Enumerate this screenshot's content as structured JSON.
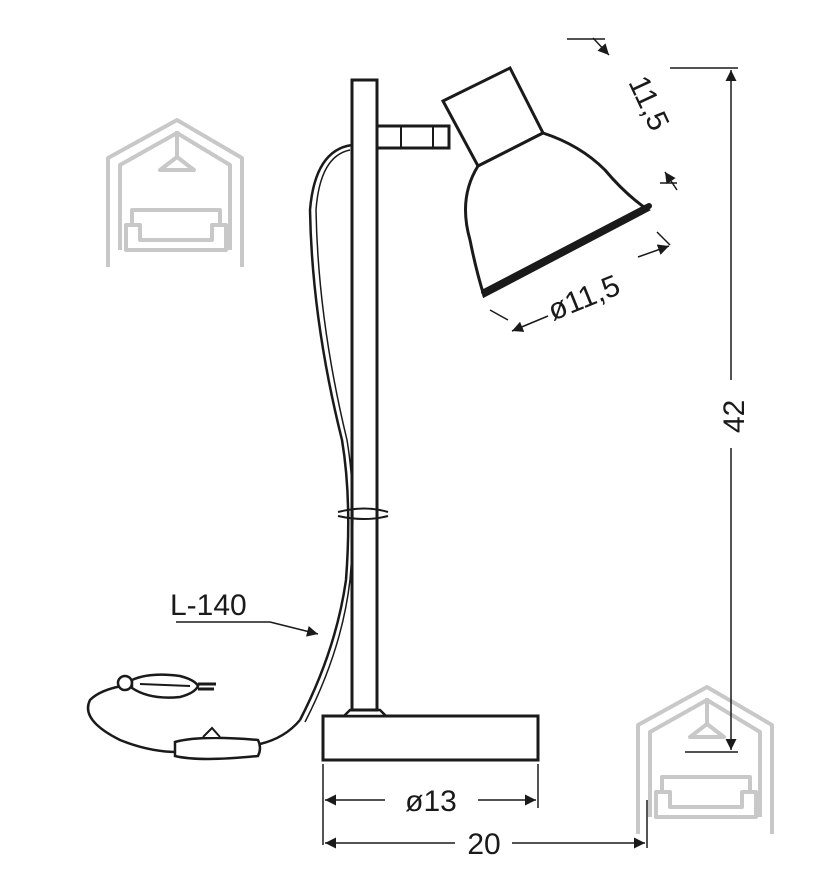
{
  "dimensions": {
    "shade_height": "11,5",
    "shade_diameter": "ø11,5",
    "total_height": "42",
    "cable_length": "L-140",
    "base_diameter": "ø13",
    "total_width": "20"
  },
  "colors": {
    "line": "#1a1a1a",
    "logo": "#c8c8c8",
    "background": "#ffffff"
  },
  "icons": {
    "watermark_top_left": "house-lamp-sofa-logo",
    "watermark_bottom_right": "house-lamp-sofa-logo"
  }
}
